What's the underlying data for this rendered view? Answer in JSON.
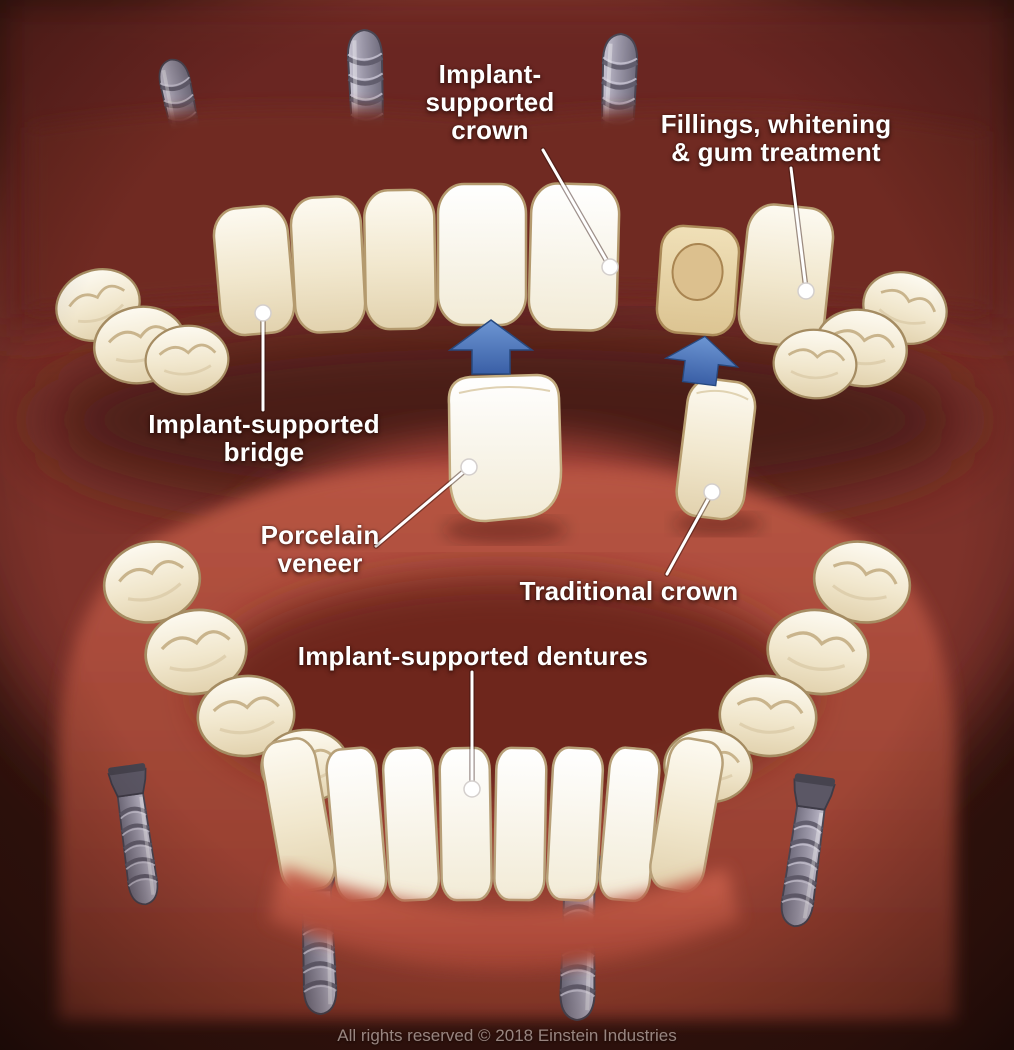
{
  "annotations": {
    "implant_supported_crown": "Implant-\nsupported\ncrown",
    "fillings_whitening": "Fillings, whitening\n& gum treatment",
    "implant_supported_bridge": "Implant-supported\nbridge",
    "porcelain_veneer": "Porcelain\nveneer",
    "traditional_crown": "Traditional crown",
    "implant_supported_dentures": "Implant-supported dentures"
  },
  "footer": {
    "copyright": "All rights reserved © 2018 Einstein Industries"
  },
  "colors": {
    "background_dark": "#30120d",
    "gum_red": "#a8453a",
    "tooth_cream": "#f1e7cd",
    "implant_gray": "#9b97a8",
    "arrow_blue": "#3f6db4",
    "label_text": "#ffffff"
  }
}
